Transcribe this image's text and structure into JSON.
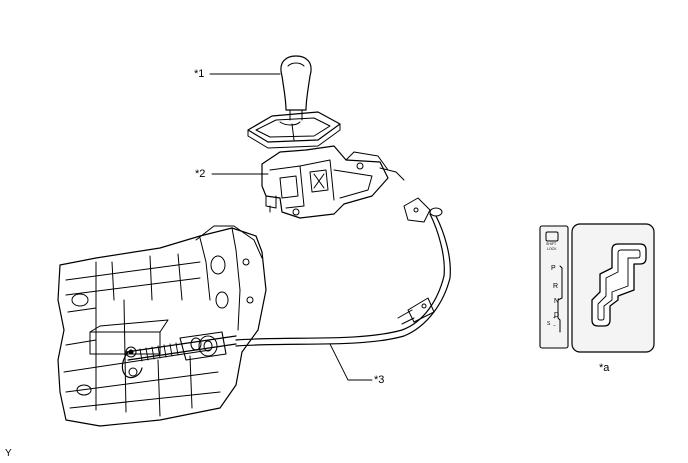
{
  "callouts": {
    "c1": "*1",
    "c2": "*2",
    "c3": "*3",
    "ca": "*a"
  },
  "corner_mark": "Y",
  "gate_panel": {
    "button_text_1": "SHIFT",
    "button_text_2": "LOCK",
    "positions": [
      "P",
      "R",
      "N",
      "D",
      "S"
    ],
    "s_signs": [
      "+",
      "−"
    ]
  },
  "colors": {
    "line": "#000000",
    "background": "#ffffff",
    "panel_fill": "#f4f4f4"
  }
}
